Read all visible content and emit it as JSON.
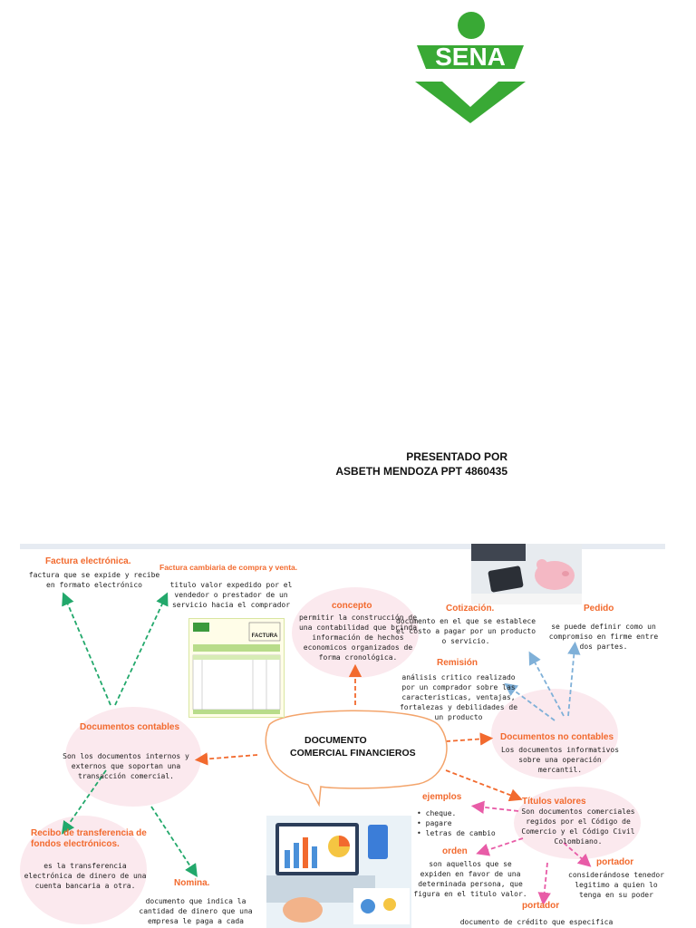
{
  "logo": {
    "text": "SENA",
    "color": "#39a935"
  },
  "presented": {
    "line1": "PRESENTADO POR",
    "line2": "ASBETH MENDOZA PPT 4860435"
  },
  "map": {
    "center_title": [
      "DOCUMENTO",
      "COMERCIAL FINANCIEROS"
    ],
    "factura_electronica": {
      "title": "Factura electrónica.",
      "text": "factura que se expide y recibe en formato electrónico"
    },
    "factura_cambiaria": {
      "title": "Factura cambiaria de compra y venta.",
      "text": "titulo valor expedido por el vendedor o prestador de un servicio hacia el comprador"
    },
    "factura_image": {
      "label": "FACTURA"
    },
    "concepto": {
      "title": "concepto",
      "text": "permitir la construcción de una contabilidad que brinda información de hechos economicos organizados de forma cronológica."
    },
    "cotizacion": {
      "title": "Cotización.",
      "text": "documento en el que se establece el costo a pagar por un producto o servicio."
    },
    "pedido": {
      "title": "Pedido",
      "text": "se puede definir como un compromiso en firme entre dos partes."
    },
    "remision": {
      "title": "Remisión",
      "text": "análisis critico realizado por un comprador sobre las caracteristicas, ventajas, fortalezas y debilidades de un producto"
    },
    "documentos_contables": {
      "title": "Documentos contables",
      "text": "Son los documentos internos y externos  que soportan una transacción comercial."
    },
    "documentos_no_contables": {
      "title": "Documentos no contables",
      "text": "Los documentos informativos sobre una operación mercantil."
    },
    "ejemplos": {
      "title": "ejemplos",
      "items": [
        "cheque.",
        "pagare",
        "letras de cambio"
      ]
    },
    "titulos_valores": {
      "title": "Títulos valores",
      "text": "Son documentos comerciales regidos por el Código de Comercio y el Código Civil Colombiano."
    },
    "orden": {
      "title": "orden",
      "text": "son aquellos que se expiden en favor de una determinada persona, que figura en el titulo valor."
    },
    "portador1": {
      "title": "portador",
      "text": "considerándose tenedor legitimo a quien lo tenga en su poder"
    },
    "portador2": {
      "title": "portador",
      "text": "documento de crédito que especifica"
    },
    "recibo": {
      "title": "Recibo de transferencia de fondos electrónicos.",
      "text": "es la transferencia electrónica de dinero de una cuenta bancaria a otra."
    },
    "nomina": {
      "title": "Nomina.",
      "text": "documento que indica la cantidad de dinero que una empresa le paga a cada"
    },
    "colors": {
      "heading": "#f26a2e",
      "arrow_green": "#22a86b",
      "arrow_orange": "#f26a2e",
      "arrow_blue": "#7fb0d8",
      "arrow_pink": "#e85ca7"
    }
  }
}
